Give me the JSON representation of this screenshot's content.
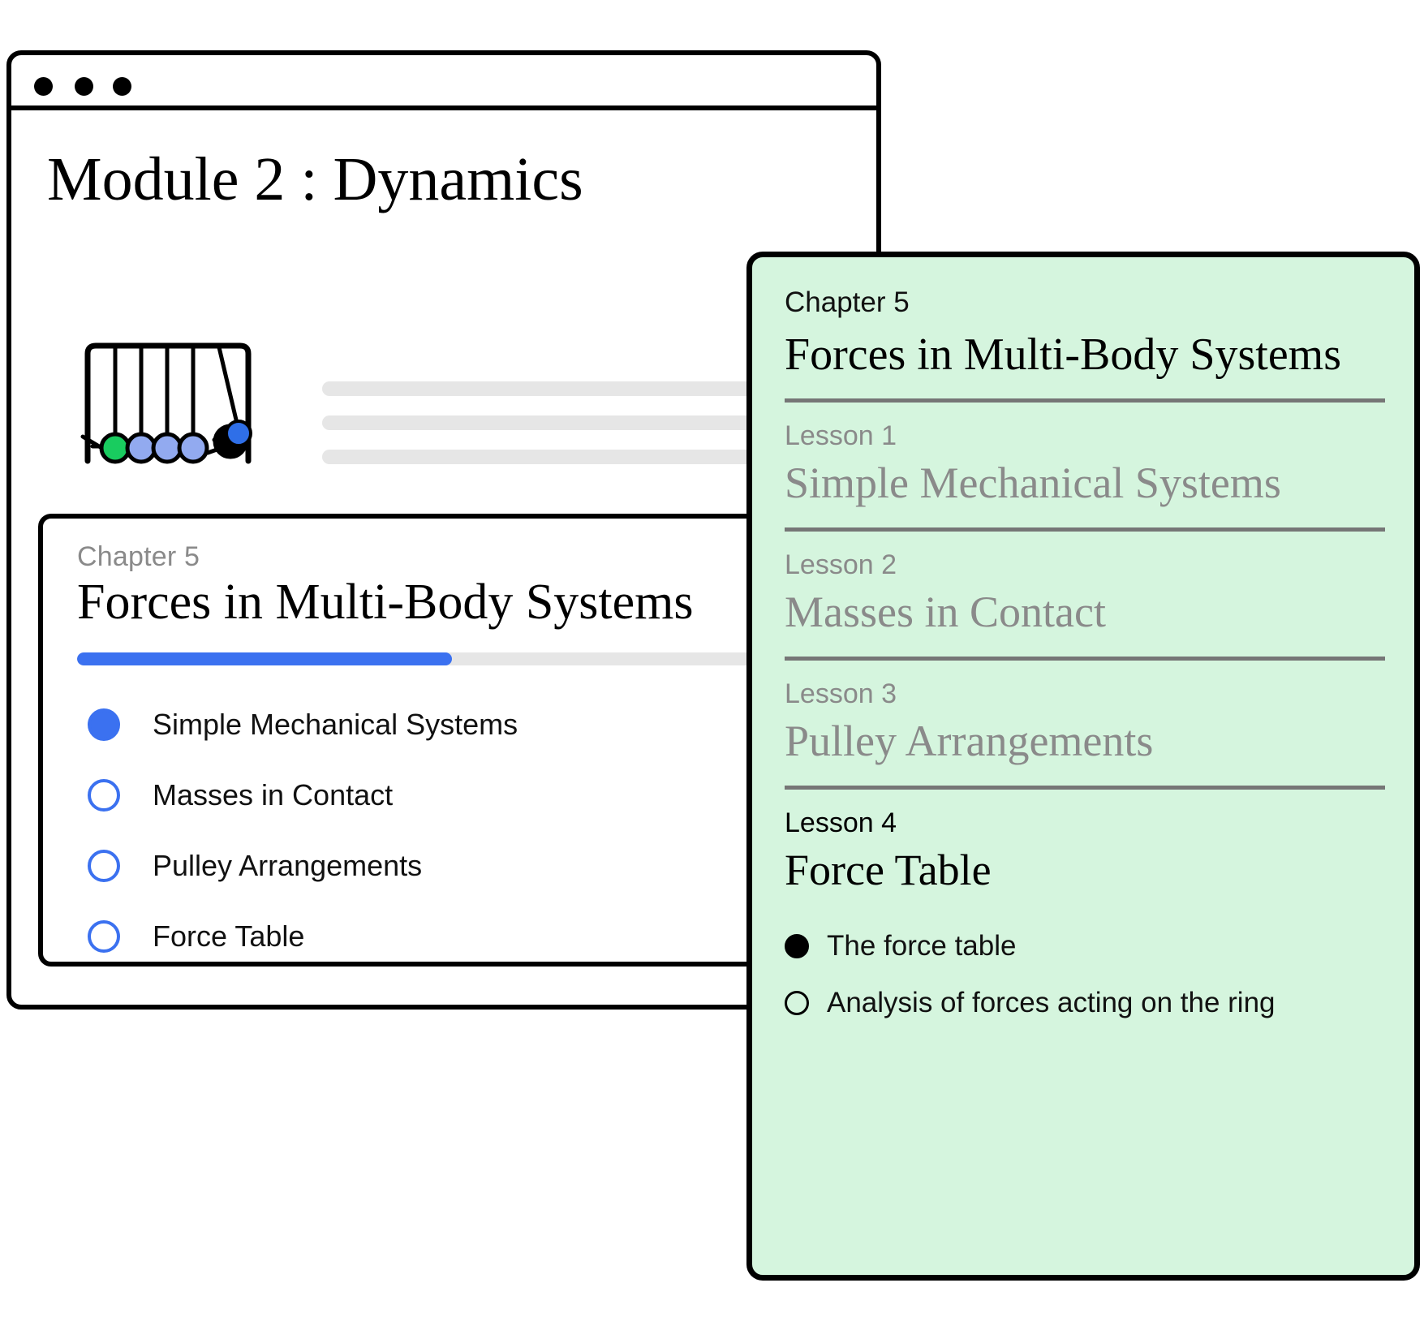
{
  "window": {
    "title": "Module 2 : Dynamics",
    "traffic_lights": [
      "dot-1",
      "dot-2",
      "dot-3"
    ],
    "illustration": "newtons-cradle-icon",
    "skeleton_lines": 3
  },
  "chapter_card": {
    "chapter_label": "Chapter 5",
    "chapter_title": "Forces in Multi-Body Systems",
    "progress_percent": 44,
    "lessons": [
      {
        "label": "Simple Mechanical Systems",
        "selected": true
      },
      {
        "label": "Masses in Contact",
        "selected": false
      },
      {
        "label": "Pulley Arrangements",
        "selected": false
      },
      {
        "label": "Force Table",
        "selected": false
      }
    ]
  },
  "green_panel": {
    "chapter_label": "Chapter 5",
    "chapter_title": "Forces in Multi-Body Systems",
    "lessons": [
      {
        "number": "Lesson 1",
        "title": "Simple Mechanical Systems",
        "active": false
      },
      {
        "number": "Lesson 2",
        "title": "Masses in Contact",
        "active": false
      },
      {
        "number": "Lesson 3",
        "title": "Pulley Arrangements",
        "active": false
      },
      {
        "number": "Lesson 4",
        "title": "Force Table",
        "active": true
      }
    ],
    "topics": [
      {
        "label": "The force table",
        "selected": true
      },
      {
        "label": "Analysis of forces acting on the ring",
        "selected": false
      }
    ]
  },
  "colors": {
    "accent_blue": "#3b71f0",
    "panel_green": "#d5f5de",
    "muted_gray": "#8a8a8a",
    "divider_gray": "#767676",
    "skeleton_gray": "#e6e6e6",
    "ball_green": "#19cc5f",
    "ball_light_blue": "#92aaf0",
    "ball_blue": "#2f6fe8",
    "ball_black": "#000000"
  }
}
